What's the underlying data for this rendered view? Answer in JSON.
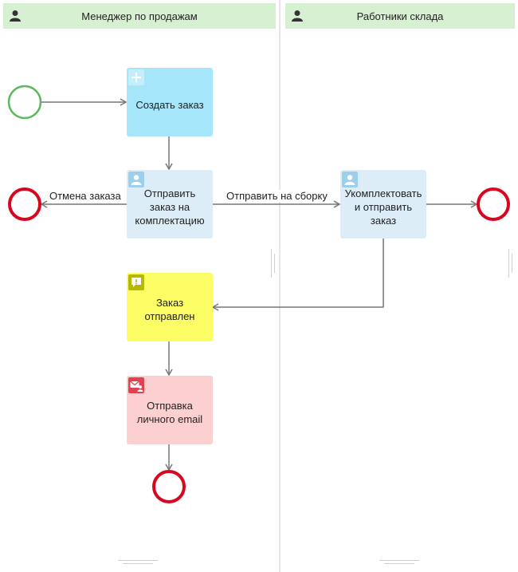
{
  "lanes": [
    {
      "title": "Менеджер по продажам"
    },
    {
      "title": "Работники склада"
    }
  ],
  "tasks": {
    "create_order": "Создать заказ",
    "send_to_assembly": "Отправить заказ на комплектацию",
    "assemble_and_ship": "Укомплектовать и отправить заказ",
    "order_shipped": "Заказ отправлен",
    "send_email": "Отправка личного email"
  },
  "flows": {
    "cancel": "Отмена заказа",
    "to_assembly": "Отправить на сборку"
  },
  "colors": {
    "lane_header": "#d8f0d2",
    "task_blue": "#a6e6fa",
    "task_lightblue": "#dcedf8",
    "task_yellow": "#fcfc64",
    "task_pink": "#fcd0d0",
    "start_event": "#5cb85c",
    "end_event": "#d9061f",
    "arrow": "#777777"
  },
  "icons": {
    "lane": "user-icon",
    "create_order": "plus-icon",
    "send_to_assembly": "user-task-icon",
    "assemble_and_ship": "user-task-icon",
    "order_shipped": "notification-icon",
    "send_email": "email-user-icon"
  }
}
